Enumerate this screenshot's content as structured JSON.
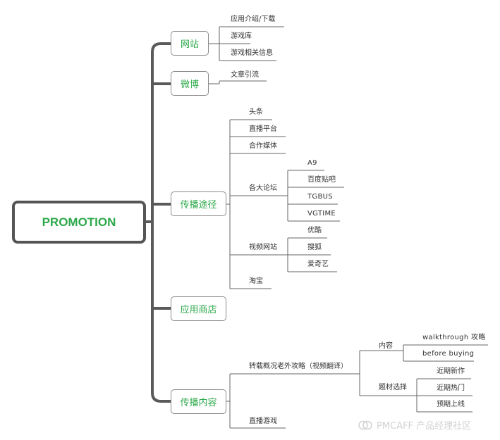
{
  "root": "PROMOTION",
  "branches": {
    "website": {
      "label": "网站",
      "children": [
        "应用介绍/下载",
        "游戏库",
        "游戏相关信息"
      ]
    },
    "weibo": {
      "label": "微博",
      "children": [
        "文章引流"
      ]
    },
    "channels": {
      "label": "传播途径",
      "children": {
        "toutiao": "头条",
        "live": "直播平台",
        "media": "合作媒体",
        "forums": {
          "label": "各大论坛",
          "children": [
            "A9",
            "百度贴吧",
            "TGBUS",
            "VGTIME"
          ]
        },
        "video_sites": {
          "label": "视频网站",
          "children": [
            "优酷",
            "搜狐",
            "爱奇艺"
          ]
        },
        "taobao": "淘宝"
      }
    },
    "appstore": {
      "label": "应用商店"
    },
    "content": {
      "label": "传播内容",
      "children": {
        "repost": {
          "label": "转载概况老外攻略（视频翻译）",
          "content": {
            "label": "内容",
            "children": [
              "walkthrough 攻略",
              "before buying"
            ]
          },
          "topics": {
            "label": "题材选择",
            "children": [
              "近期新作",
              "近期热门",
              "预期上线"
            ]
          }
        },
        "live_games": "直播游戏"
      }
    }
  },
  "watermark": "PMCAFF 产品经理社区",
  "colors": {
    "accent": "#2ca84a",
    "trunk": "#555555",
    "line": "#666666"
  }
}
